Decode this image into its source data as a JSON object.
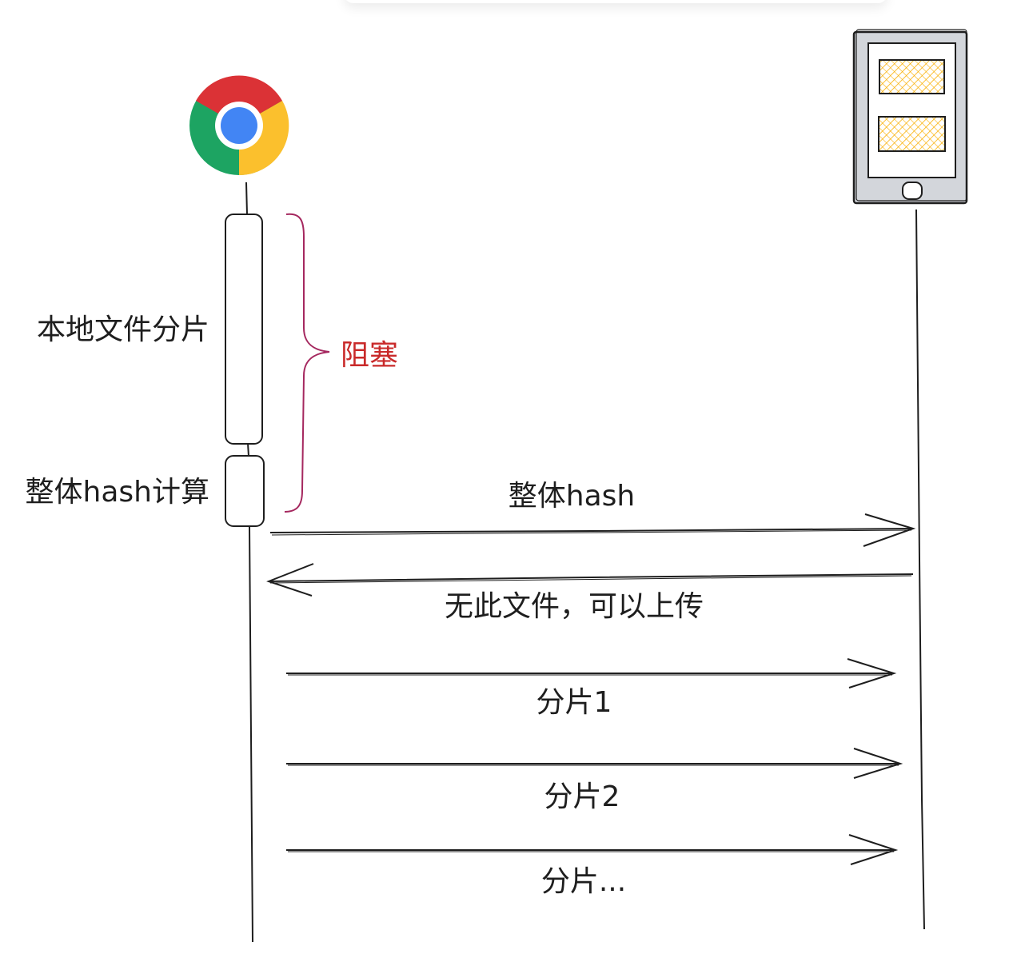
{
  "participants": {
    "client": {
      "icon": "chrome-icon"
    },
    "server": {
      "icon": "phone-server-icon"
    }
  },
  "steps": {
    "local_chunking": "本地文件分片",
    "whole_hash_compute": "整体hash计算"
  },
  "blocking_label": "阻塞",
  "messages": [
    {
      "text": "整体hash",
      "direction": "client-to-server"
    },
    {
      "text": "无此文件，可以上传",
      "direction": "server-to-client"
    },
    {
      "text": "分片1",
      "direction": "client-to-server"
    },
    {
      "text": "分片2",
      "direction": "client-to-server"
    },
    {
      "text": "分片...",
      "direction": "client-to-server"
    }
  ],
  "colors": {
    "stroke": "#1e1e1e",
    "blocking_brace": "#a5285f",
    "blocking_text": "#c92a2a",
    "chrome_red": "#db3236",
    "chrome_yellow": "#fbc02d",
    "chrome_green": "#1da462",
    "chrome_blue": "#4285f4",
    "phone_body": "#d3d6db",
    "phone_card_fill": "#fab005"
  }
}
